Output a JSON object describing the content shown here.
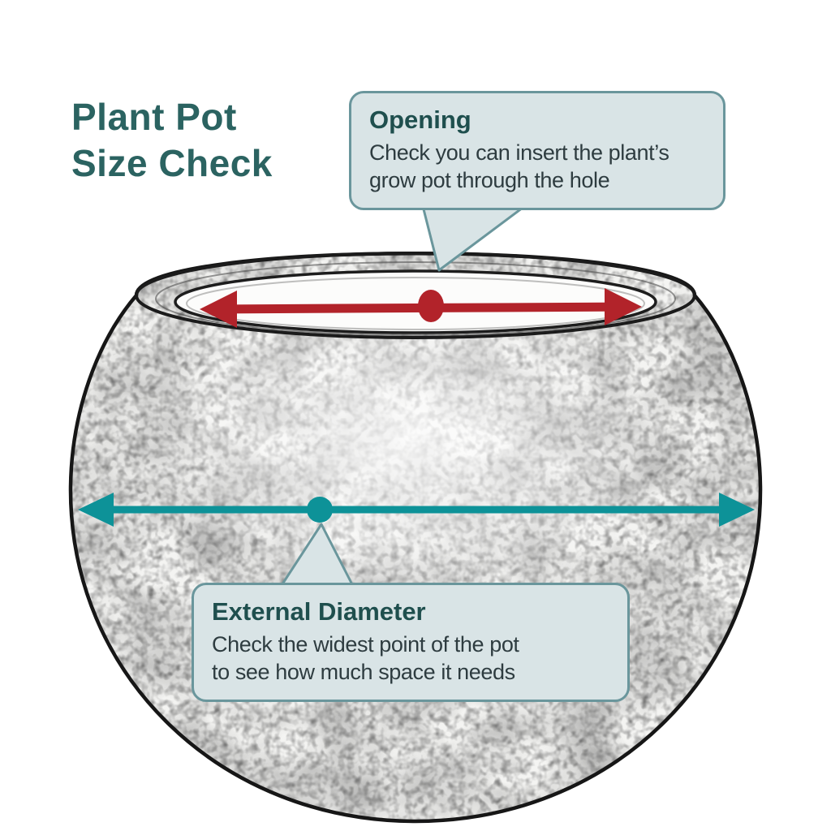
{
  "title": {
    "lines": [
      "Plant Pot",
      "Size Check"
    ]
  },
  "callouts": {
    "opening": {
      "heading": "Opening",
      "body_lines": [
        "Check you can insert the plant’s",
        "grow pot through the hole"
      ]
    },
    "external_diameter": {
      "heading": "External Diameter",
      "body_lines": [
        "Check the widest point of the pot",
        "to see how much space it needs"
      ]
    }
  },
  "diagram": {
    "subject": "round plant pot sketch",
    "markers": {
      "opening_arrow": "double-headed arrow across pot opening with center dot",
      "external_diameter_arrow": "double-headed arrow across widest point of pot with center dot"
    },
    "colors": {
      "title_teal": "#2b6361",
      "callout_fill": "#d9e4e6",
      "callout_border": "#6a969c",
      "callout_heading": "#1f4f4e",
      "callout_body_text": "#2e3c40",
      "opening_arrow_red": "#b2232a",
      "diameter_arrow_teal": "#0d9298",
      "pot_outline_black": "#1b1b1b"
    }
  }
}
